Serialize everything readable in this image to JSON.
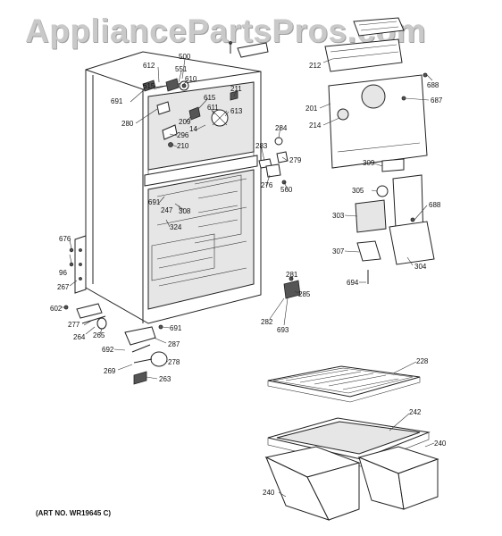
{
  "watermark": "AppliancePartsPros.com",
  "footer": "(ART NO. WR19645 C)",
  "callouts": [
    "500",
    "612",
    "551",
    "610",
    "691",
    "615",
    "211",
    "615",
    "611",
    "613",
    "209",
    "280",
    "296",
    "14",
    "210",
    "284",
    "283",
    "279",
    "276",
    "560",
    "691",
    "247",
    "308",
    "324",
    "212",
    "201",
    "214",
    "688",
    "687",
    "309",
    "305",
    "688",
    "303",
    "307",
    "304",
    "694",
    "676",
    "96",
    "267",
    "602",
    "277",
    "264",
    "265",
    "691",
    "287",
    "692",
    "269",
    "278",
    "263",
    "281",
    "285",
    "282",
    "693",
    "228",
    "242",
    "240",
    "240"
  ]
}
